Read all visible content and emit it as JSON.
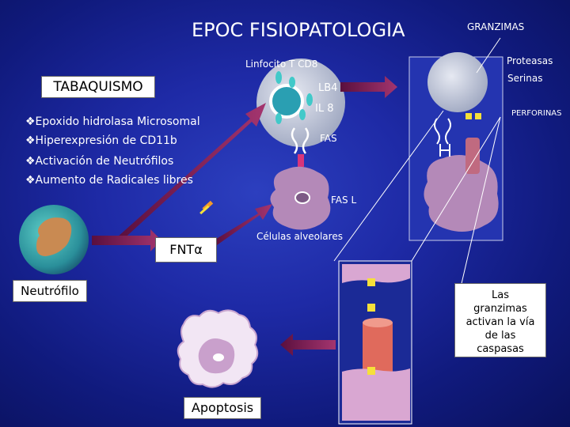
{
  "title": "EPOC FISIOPATOLOGIA",
  "tabaquismo": "TABAQUISMO",
  "bullets": [
    "❖Epoxido hidrolasa Microsomal",
    "❖Hiperexpresión de CD11b",
    "❖Activación de Neutrófilos",
    "❖Aumento de Radicales libres"
  ],
  "labels": {
    "linfocito": "Linfocito T CD8",
    "lb4": "LB4",
    "il8": "IL 8",
    "fas": "FAS",
    "fas_l": "FAS L",
    "celulas": "Células  alveolares",
    "granzimas": "GRANZIMAS",
    "proteasas": "Proteasas",
    "serinas": "Serinas",
    "perforinas": "PERFORINAS",
    "fnt": "FNTα",
    "neutrofilo": "Neutrófilo",
    "apoptosis": "Apoptosis"
  },
  "note": {
    "line1": "Las",
    "line2": "granzimas",
    "line3": "activan la vía",
    "line4": "de las",
    "line5": "caspasas"
  },
  "colors": {
    "background": "#1e2aa6",
    "arrow": "#7a1f5a",
    "cell_gray": "#cfd3e0",
    "cell_purple": "#b489b8",
    "nucleus_teal": "#2a7f8a"
  }
}
